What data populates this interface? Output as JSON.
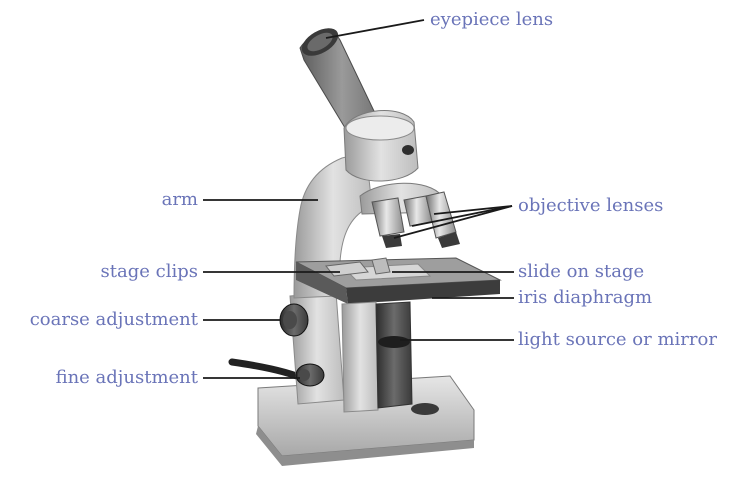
{
  "colors": {
    "label_text": "#6a74b8",
    "leader_line": "#1a1a1a"
  },
  "labels": {
    "eyepiece": "eyepiece lens",
    "arm": "arm",
    "objectives": "objective lenses",
    "stage_clips": "stage clips",
    "slide": "slide on stage",
    "iris": "iris diaphragm",
    "coarse": "coarse adjustment",
    "light": "light source or mirror",
    "fine": "fine adjustment"
  }
}
